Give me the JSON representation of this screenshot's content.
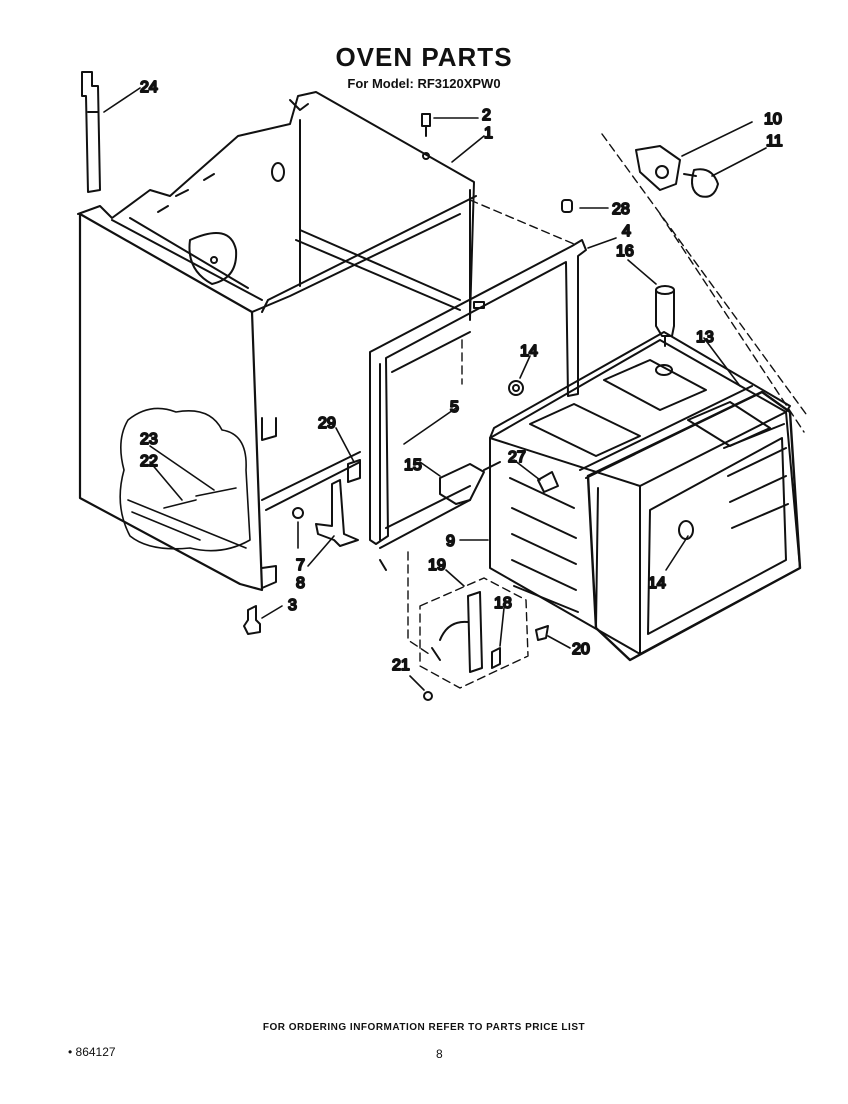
{
  "header": {
    "title": "OVEN PARTS",
    "model_line": "For Model: RF3120XPW0"
  },
  "callouts": {
    "c1": "1",
    "c2": "2",
    "c3": "3",
    "c4": "4",
    "c5": "5",
    "c7": "7",
    "c8": "8",
    "c9": "9",
    "c10": "10",
    "c11": "11",
    "c13": "13",
    "c14a": "14",
    "c14b": "14",
    "c15": "15",
    "c16": "16",
    "c18": "18",
    "c19": "19",
    "c20": "20",
    "c21": "21",
    "c22": "22",
    "c23": "23",
    "c24": "24",
    "c27": "27",
    "c28": "28",
    "c29": "29"
  },
  "footer": {
    "ordering_note": "FOR ORDERING INFORMATION REFER TO PARTS PRICE LIST",
    "code": "• 864127",
    "page": "8"
  }
}
